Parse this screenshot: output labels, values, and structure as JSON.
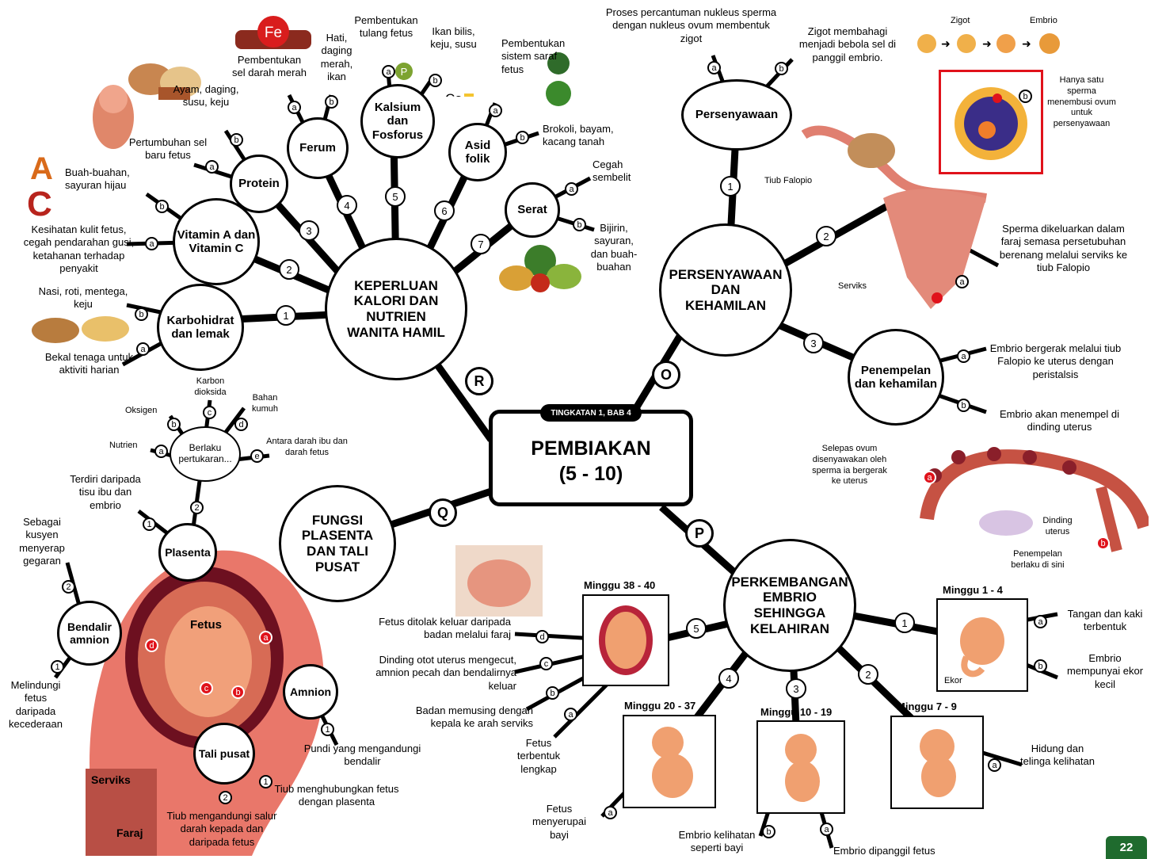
{
  "center": {
    "chapter": "TINGKATAN 1, BAB 4",
    "title": "PEMBIAKAN",
    "range": "(5 - 10)"
  },
  "branches": {
    "R": {
      "letter": "R",
      "title": "KEPERLUAN KALORI DAN NUTRIEN WANITA HAMIL",
      "subs": [
        {
          "n": "1",
          "label": "Karbohidrat dan lemak",
          "a": "Bekal tenaga untuk aktiviti harian",
          "b": "Nasi, roti, mentega, keju"
        },
        {
          "n": "2",
          "label": "Vitamin A dan Vitamin C",
          "a": "Kesihatan kulit fetus, cegah pendarahan gusi, ketahanan terhadap penyakit",
          "b": "Buah-buahan, sayuran hijau"
        },
        {
          "n": "3",
          "label": "Protein",
          "a": "Pertumbuhan sel baru fetus",
          "b": "Ayam, daging, susu, keju"
        },
        {
          "n": "4",
          "label": "Ferum",
          "a": "Pembentukan sel darah merah",
          "b": "Hati, daging merah, ikan"
        },
        {
          "n": "5",
          "label": "Kalsium dan Fosforus",
          "a": "Pembentukan tulang fetus",
          "b": "Ikan bilis, keju, susu"
        },
        {
          "n": "6",
          "label": "Asid folik",
          "a": "Pembentukan sistem saraf fetus",
          "b": "Brokoli, bayam, kacang tanah"
        },
        {
          "n": "7",
          "label": "Serat",
          "a": "Cegah sembelit",
          "b": "Bijirin, sayuran, dan buah-buahan"
        }
      ],
      "icons": {
        "fe": "Fe",
        "p": "P",
        "ca": "Ca",
        "vit_a": "A",
        "vit_c": "C"
      }
    },
    "O": {
      "letter": "O",
      "title": "PERSENYAWAAN DAN KEHAMILAN",
      "sub1": {
        "n": "1",
        "label": "Persenyawaan",
        "a": "Proses percantuman nukleus sperma dengan nukleus ovum membentuk zigot",
        "b": "Zigot membahagi menjadi bebola sel di panggil embrio."
      },
      "sub2": {
        "n": "2",
        "a": "Sperma dikeluarkan dalam faraj semasa persetubuhan berenang melalui serviks ke tiub Falopio"
      },
      "sub3": {
        "n": "3",
        "label": "Penempelan dan kehamilan",
        "a": "Embrio bergerak melalui tiub Falopio ke uterus dengan peristalsis",
        "b": "Embrio akan menempel di dinding uterus"
      },
      "labels": {
        "zigot": "Zigot",
        "embrio": "Embrio",
        "tiub_falopio": "Tiub Falopio",
        "serviks": "Serviks",
        "inset_b": "Hanya satu sperma menembusi ovum untuk persenyawaan",
        "ovum_text": "Selepas ovum disenyawakan oleh sperma ia bergerak ke uterus",
        "dinding": "Dinding uterus",
        "penempelan": "Penempelan berlaku di sini"
      }
    },
    "P": {
      "letter": "P",
      "title": "PERKEMBANGAN EMBRIO SEHINGGA KELAHIRAN",
      "w1": {
        "n": "1",
        "label": "Minggu 1 - 4",
        "a": "Tangan dan kaki terbentuk",
        "b": "Embrio mempunyai ekor kecil",
        "ekor": "Ekor"
      },
      "w2": {
        "n": "2",
        "label": "Minggu 7 - 9",
        "a": "Hidung dan telinga kelihatan"
      },
      "w3": {
        "n": "3",
        "label": "Minggu 10 - 19",
        "a": "Embrio dipanggil fetus",
        "b": "Embrio kelihatan seperti bayi"
      },
      "w4": {
        "n": "4",
        "label": "Minggu 20 - 37",
        "a": "Fetus menyerupai bayi"
      },
      "w5": {
        "n": "5",
        "label": "Minggu 38 - 40",
        "a": "Fetus terbentuk lengkap",
        "b": "Badan memusing dengan kepala ke arah serviks",
        "c": "Dinding otot uterus mengecut, amnion pecah dan bendalirnya keluar",
        "d": "Fetus ditolak keluar daripada badan melalui faraj"
      }
    },
    "Q": {
      "letter": "Q",
      "title": "FUNGSI PLASENTA DAN TALI PUSAT",
      "plasenta": "Plasenta",
      "plasenta_1": "Terdiri daripada tisu ibu dan embrio",
      "pertukaran": "Berlaku pertukaran...",
      "pert_a": "Nutrien",
      "pert_b": "Oksigen",
      "pert_c": "Karbon dioksida",
      "pert_d": "Bahan kumuh",
      "pert_e": "Antara darah ibu dan darah fetus",
      "bendalir": "Bendalir amnion",
      "bendalir_1": "Melindungi fetus daripada kecederaan",
      "bendalir_2": "Sebagai kusyen menyerap gegaran",
      "amnion": "Amnion",
      "amnion_1": "Pundi yang mengandungi bendalir",
      "tali": "Tali pusat",
      "tali_1": "Tiub menghubungkan fetus dengan plasenta",
      "tali_2": "Tiub mengandungi salur darah kepada dan daripada fetus",
      "fetus": "Fetus",
      "serviks": "Serviks",
      "faraj": "Faraj"
    }
  },
  "tag_letters": {
    "a": "a",
    "b": "b",
    "c": "c",
    "d": "d",
    "e": "e"
  },
  "page_number": "22"
}
